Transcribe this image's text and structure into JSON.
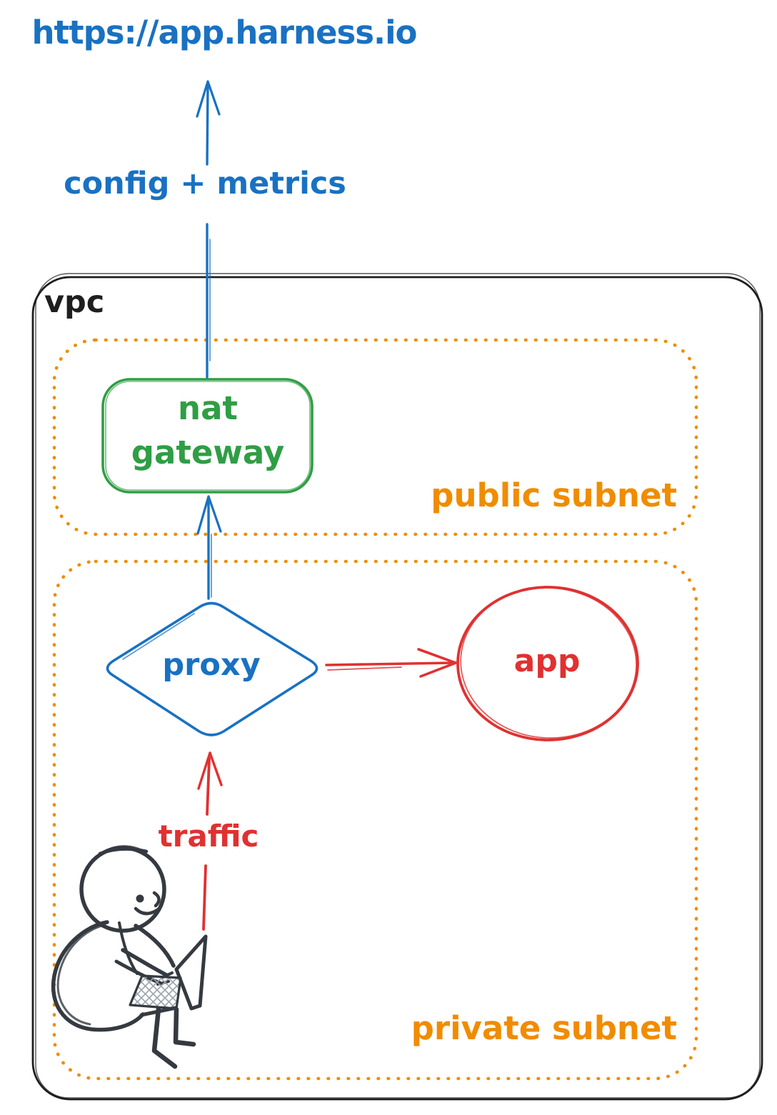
{
  "diagram": {
    "external_endpoint": "https://app.harness.io",
    "config_metrics_arrow_label": "config + metrics",
    "vpc": {
      "label": "vpc"
    },
    "public_subnet": {
      "label": "public subnet",
      "nat_gateway_line1": "nat",
      "nat_gateway_line2": "gateway"
    },
    "private_subnet": {
      "label": "private subnet",
      "proxy_label": "proxy",
      "app_label": "app",
      "traffic_arrow_label": "traffic"
    },
    "colors": {
      "blue": "#1971c2",
      "green": "#2f9e44",
      "orange": "#f08c00",
      "red": "#e03131",
      "ink": "#1e1e1e",
      "figure": "#343a40"
    }
  }
}
